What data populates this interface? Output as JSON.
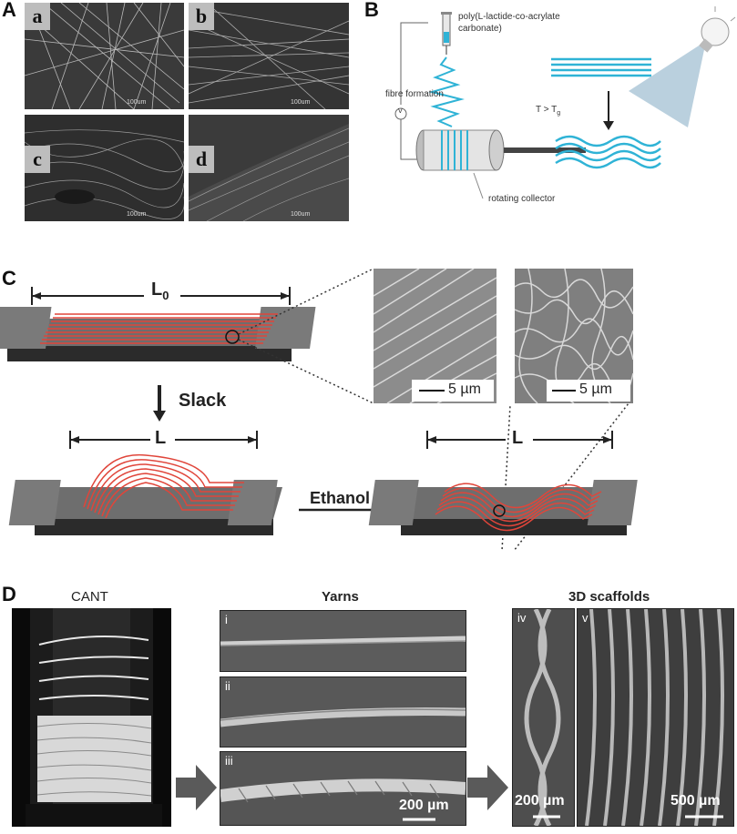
{
  "panels": {
    "a_letter": "A",
    "b_letter": "B",
    "c_letter": "C",
    "d_letter": "D"
  },
  "panel_a": {
    "subpanels": [
      {
        "tag": "a",
        "scale": "100um"
      },
      {
        "tag": "b",
        "scale": "100um"
      },
      {
        "tag": "c",
        "scale": "100um"
      },
      {
        "tag": "d",
        "scale": "100um"
      }
    ]
  },
  "panel_b": {
    "polymer_label_1": "poly(L-lactide-co-acrylate",
    "polymer_label_2": "carbonate)",
    "fibre_formation": "fibre formation",
    "voltage": "V",
    "rotating_collector": "rotating collector",
    "temp_condition": "T > T",
    "temp_sub": "g"
  },
  "panel_c": {
    "length_initial": "L",
    "length_initial_sub": "0",
    "slack": "Slack",
    "length_slack": "L",
    "length_final": "L",
    "ethanol": "Ethanol",
    "scale_left": "5 µm",
    "scale_right": "5 µm"
  },
  "panel_d": {
    "cant_title": "CANT",
    "yarns_title": "Yarns",
    "scaffolds_title": "3D scaffolds",
    "yarn_labels": [
      "i",
      "ii",
      "iii"
    ],
    "yarn_scale": "200 µm",
    "scaffold_labels": [
      "iv",
      "v"
    ],
    "scaffold_scale_left": "200 µm",
    "scaffold_scale_right": "500 µm"
  },
  "colors": {
    "fiber_red": "#e0453a",
    "fiber_blue": "#2fb3d6",
    "arrow_grey": "#5a5a5a"
  }
}
